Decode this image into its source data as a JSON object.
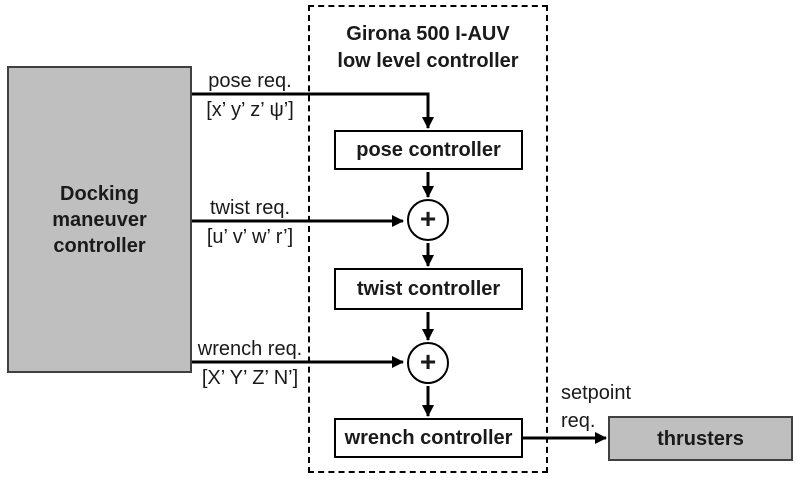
{
  "diagram": {
    "source_block": {
      "label": "Docking maneuver controller"
    },
    "group": {
      "title_line1": "Girona 500 I-AUV",
      "title_line2": "low level controller"
    },
    "blocks": {
      "pose": {
        "label": "pose controller"
      },
      "twist": {
        "label": "twist controller"
      },
      "wrench": {
        "label": "wrench controller"
      },
      "thrusters": {
        "label": "thrusters"
      }
    },
    "sum_junctions": {
      "symbol": "+"
    },
    "signals": {
      "pose": {
        "label": "pose req.",
        "vector": "[x’ y’ z’ ψ’]"
      },
      "twist": {
        "label": "twist req.",
        "vector": "[u’ v’ w’ r’]"
      },
      "wrench": {
        "label": "wrench req.",
        "vector": "[X’ Y’ Z’ N’]"
      },
      "setpoint": {
        "label_line1": "setpoint",
        "label_line2": "req."
      }
    },
    "colors": {
      "block_fill": "#bfbfbf",
      "block_border": "#404040",
      "line": "#000000",
      "background": "#ffffff"
    }
  }
}
